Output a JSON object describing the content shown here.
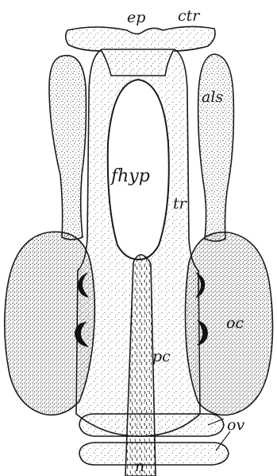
{
  "labels": {
    "ep": "ep",
    "ctr": "ctr",
    "als": "als",
    "fhyp": "fhyp",
    "tr": "tr",
    "oc": "oc",
    "pc": "pc",
    "ov": "ov",
    "n": "n"
  },
  "colors": {
    "ink": "#1a1a1a",
    "paper": "#ffffff",
    "stipple": "#2b2b2b"
  }
}
